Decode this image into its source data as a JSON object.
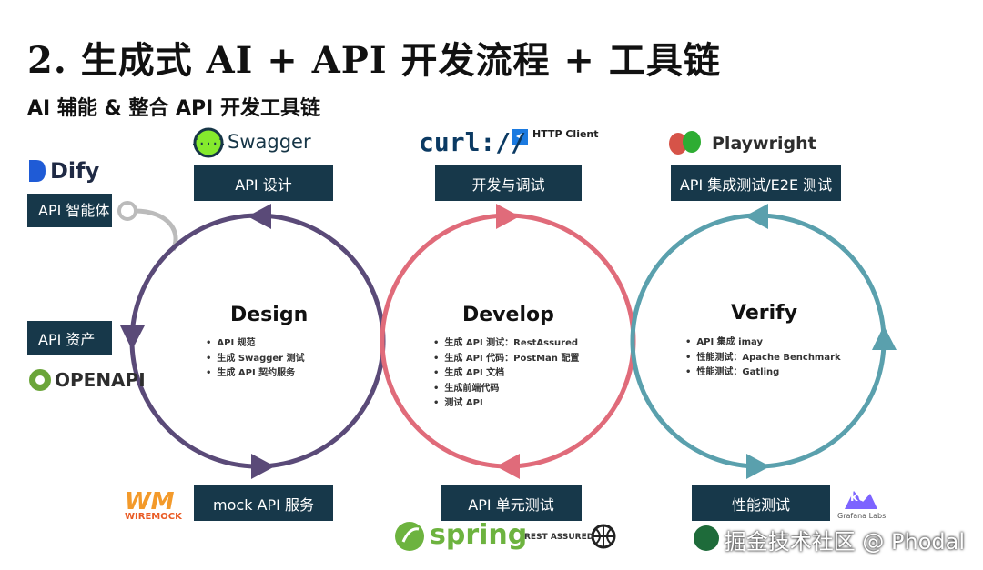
{
  "title": "2. 生成式 AI + API 开发流程 + 工具链",
  "subtitle": "AI 辅能 & 整合 API 开发工具链",
  "stages": [
    {
      "name": "Design",
      "color": "#5a4a78",
      "top_label": "API 设计",
      "bottom_label": "mock API 服务",
      "bullets": [
        "API 规范",
        "生成 Swagger 测试",
        "生成 API 契约服务"
      ]
    },
    {
      "name": "Develop",
      "color": "#e06b7a",
      "top_label": "开发与调试",
      "bottom_label": "API 单元测试",
      "bullets": [
        "生成 API 测试：RestAssured",
        "生成 API 代码：PostMan 配置",
        "生成 API 文档",
        "生成前端代码",
        "测试 API"
      ]
    },
    {
      "name": "Verify",
      "color": "#5aa0ad",
      "top_label": "API 集成测试/E2E 测试",
      "bottom_label": "性能测试",
      "bullets": [
        "API 集成 imay",
        "性能测试：Apache Benchmark",
        "性能测试：Gatling"
      ]
    }
  ],
  "side_labels": {
    "agent": "API 智能体",
    "assets": "API 资产"
  },
  "logos": {
    "dify": "Dify",
    "swagger": "Swagger",
    "openapi": "OPENAPI",
    "wiremock_top": "WM",
    "wiremock_bottom": "WIREMOCK",
    "curl": "curl://",
    "http_client": "HTTP Client",
    "spring": "spring",
    "rest_assured": "REST ASSURED",
    "playwright": "Playwright",
    "k6": "k6",
    "grafana": "Grafana Labs"
  },
  "watermark": "掘金技术社区 @ Phodal",
  "colors": {
    "box": "#17384a",
    "design": "#5a4a78",
    "develop": "#e06b7a",
    "verify": "#5aa0ad"
  }
}
